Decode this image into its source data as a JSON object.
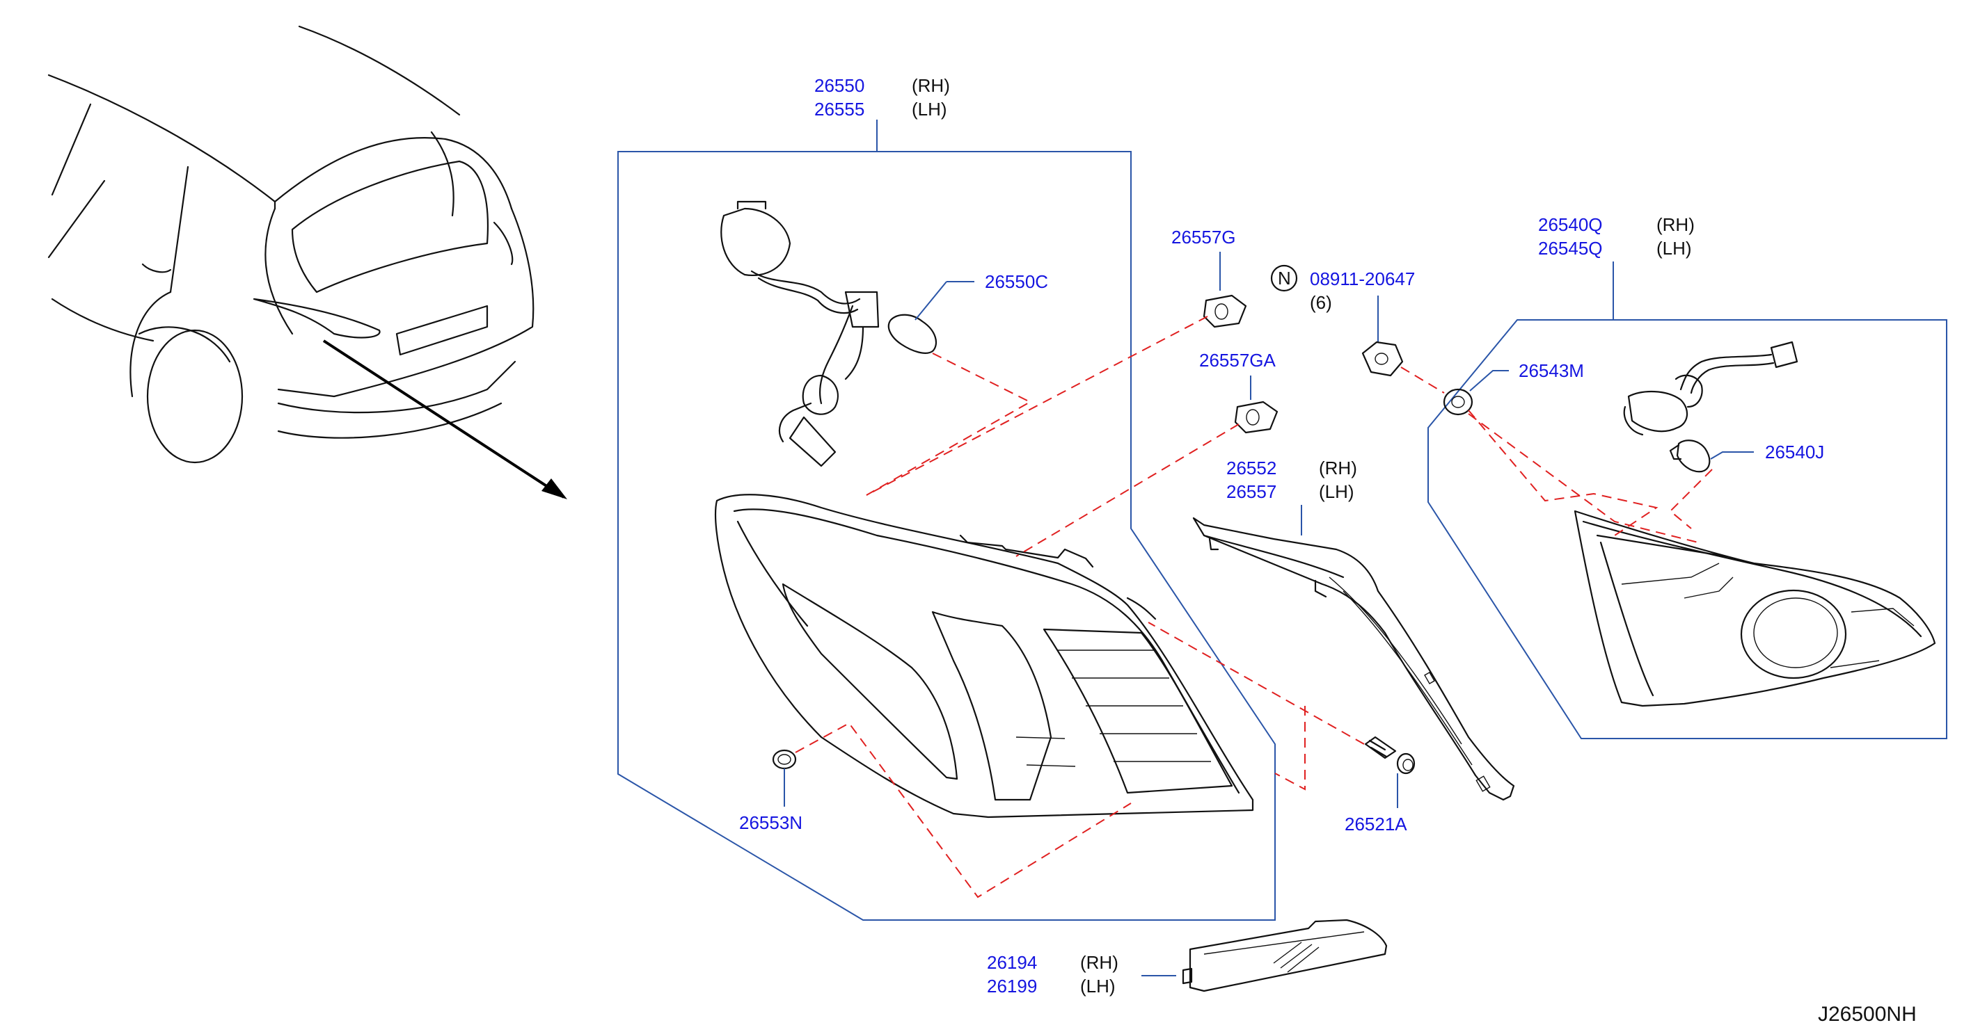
{
  "diagram_code": "J26500NH",
  "parts": {
    "rear_combination_lamp": {
      "pn_rh": "26550",
      "pn_lh": "26555",
      "side_rh": "(RH)",
      "side_lh": "(LH)"
    },
    "bulb_socket": {
      "pn": "26550C"
    },
    "gasket_g": {
      "pn": "26557G"
    },
    "gasket_ga": {
      "pn": "26557GA"
    },
    "nut": {
      "prefix": "N",
      "pn": "08911-20647",
      "qty": "(6)"
    },
    "finisher": {
      "pn_rh": "26552",
      "pn_lh": "26557",
      "side_rh": "(RH)",
      "side_lh": "(LH)"
    },
    "inner_lamp": {
      "pn_rh": "26540Q",
      "pn_lh": "26545Q",
      "side_rh": "(RH)",
      "side_lh": "(LH)"
    },
    "washer": {
      "pn": "26543M"
    },
    "inner_bulb": {
      "pn": "26540J"
    },
    "grommet": {
      "pn": "26553N"
    },
    "screw": {
      "pn": "26521A"
    },
    "reflex_reflector": {
      "pn_rh": "26194",
      "pn_lh": "26199",
      "side_rh": "(RH)",
      "side_lh": "(LH)"
    }
  },
  "colors": {
    "part_number": "#1515e0",
    "callout_box": "#2a55a8",
    "hidden_line": "#e02020",
    "outline": "#111111"
  }
}
